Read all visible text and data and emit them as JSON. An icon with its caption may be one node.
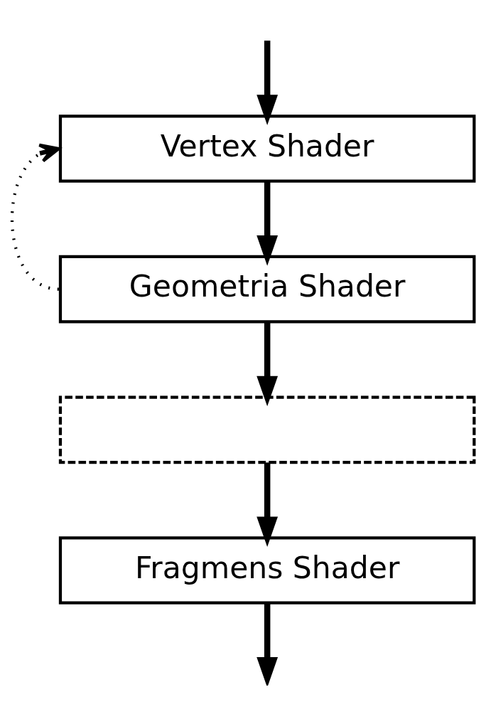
{
  "diagram": {
    "nodes": [
      {
        "text": [
          "Vertex Shader"
        ]
      },
      {
        "text": [
          "Geometria Shader"
        ]
      },
      {
        "text": [],
        "shape": "box"
      },
      {
        "text": [
          "Fragmens Shader"
        ]
      }
    ],
    "edges": [
      {
        "from": null,
        "to": 0,
        "arrow": "to"
      },
      {
        "from": 0,
        "to": 1,
        "arrow": "to"
      },
      {
        "from": 1,
        "to": 2,
        "arrow": "to"
      },
      {
        "from": 2,
        "to": 3,
        "arrow": "to"
      },
      {
        "from": 3,
        "to": null,
        "arrow": "to"
      },
      {
        "from": 1,
        "to": 0,
        "arrow": "to",
        "style": "dashed"
      }
    ]
  }
}
